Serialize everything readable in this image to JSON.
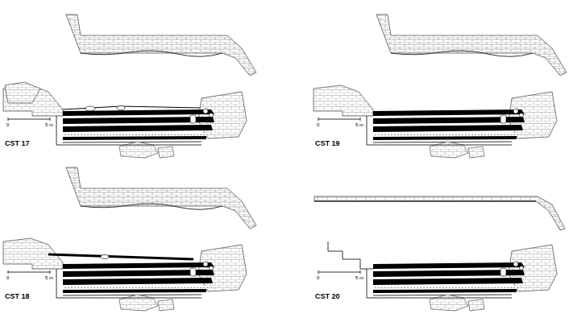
{
  "diagram": {
    "labels": [
      "CST 17",
      "0",
      "5 m",
      "CST 19",
      "0",
      "5 m",
      "CST 18",
      "0",
      "5 m",
      "CST 20",
      "0",
      "5 m"
    ]
  }
}
